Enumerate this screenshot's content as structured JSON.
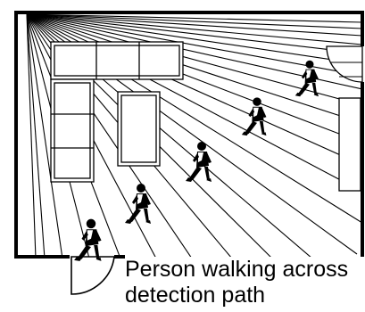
{
  "diagram": {
    "caption_line1": "Person walking across",
    "caption_line2": "detection path",
    "colors": {
      "ink": "#000000",
      "paper": "#ffffff"
    },
    "figures": [
      "walking-person",
      "walking-person",
      "walking-person",
      "walking-person",
      "walking-person"
    ]
  }
}
